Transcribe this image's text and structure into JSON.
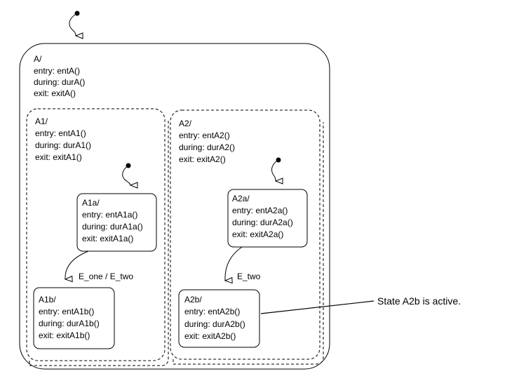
{
  "states": {
    "A": {
      "name": "A/",
      "entry": "entry: entA()",
      "during": "during: durA()",
      "exit": "exit: exitA()"
    },
    "A1": {
      "name": "A1/",
      "entry": "entry: entA1()",
      "during": "during: durA1()",
      "exit": "exit: exitA1()"
    },
    "A2": {
      "name": "A2/",
      "entry": "entry: entA2()",
      "during": "during: durA2()",
      "exit": "exit: exitA2()"
    },
    "A1a": {
      "name": "A1a/",
      "entry": "entry: entA1a()",
      "during": "during: durA1a()",
      "exit": "exit: exitA1a()"
    },
    "A1b": {
      "name": "A1b/",
      "entry": "entry: entA1b()",
      "during": "during: durA1b()",
      "exit": "exit: exitA1b()"
    },
    "A2a": {
      "name": "A2a/",
      "entry": "entry: entA2a()",
      "during": "during: durA2a()",
      "exit": "exit: exitA2a()"
    },
    "A2b": {
      "name": "A2b/",
      "entry": "entry: entA2b()",
      "during": "during: durA2b()",
      "exit": "exit: exitA2b()"
    }
  },
  "transitions": {
    "A1a_to_A1b": "E_one / E_two",
    "A2a_to_A2b": "E_two"
  },
  "annotation": "State A2b is active."
}
